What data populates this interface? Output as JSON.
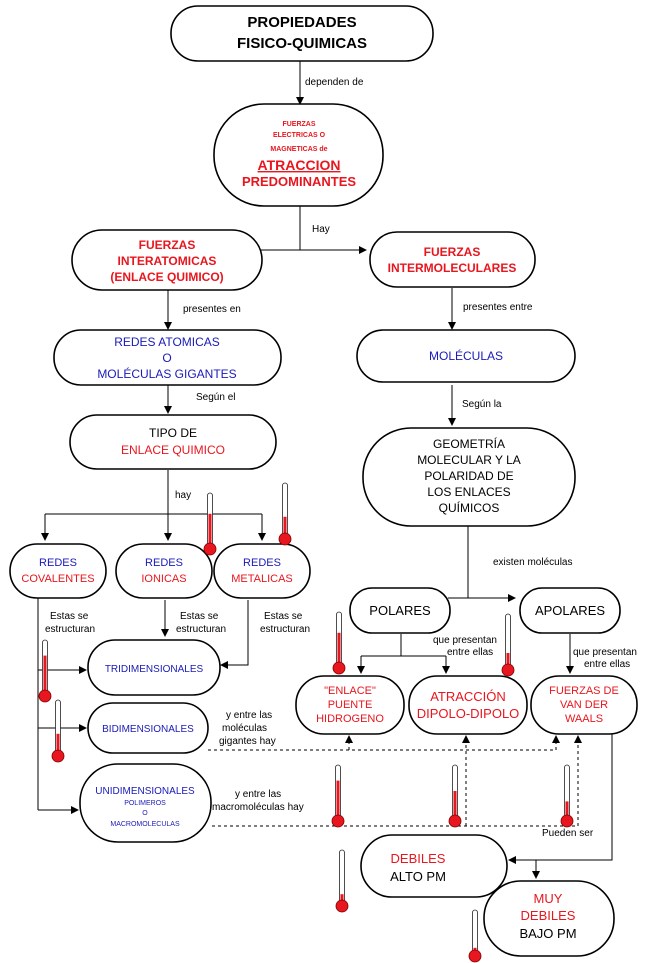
{
  "nodes": {
    "propiedades": [
      "PROPIEDADES",
      "FISICO-QUIMICAS"
    ],
    "fuerzas_pred_small": [
      "FUERZAS",
      "ELECTRICAS O",
      "MAGNETICAS de"
    ],
    "fuerzas_pred_big": [
      "ATRACCION",
      "PREDOMINANTES"
    ],
    "interatomicas": [
      "FUERZAS",
      "INTERATOMICAS",
      "(ENLACE QUIMICO)"
    ],
    "intermoleculares": [
      "FUERZAS",
      "INTERMOLECULARES"
    ],
    "redes_atomicas": [
      "REDES ATOMICAS",
      "O",
      "MOLÉCULAS GIGANTES"
    ],
    "moleculas": [
      "MOLÉCULAS"
    ],
    "tipo_enlace_1": "TIPO DE",
    "tipo_enlace_2": "ENLACE QUIMICO",
    "geometria": [
      "GEOMETRÍA",
      "MOLECULAR Y LA",
      "POLARIDAD DE",
      "LOS ENLACES",
      "QUÍMICOS"
    ],
    "covalentes": [
      "REDES",
      "COVALENTES"
    ],
    "ionicas": [
      "REDES",
      "IONICAS"
    ],
    "metalicas": [
      "REDES",
      "METALICAS"
    ],
    "polares": "POLARES",
    "apolares": "APOLARES",
    "tridimensionales": "TRIDIMENSIONALES",
    "bidimensionales": "BIDIMENSIONALES",
    "unidimensionales": "UNIDIMENSIONALES",
    "polimeros": [
      "POLIMEROS",
      "O",
      "MACROMOLECULAS"
    ],
    "enlace_puente": [
      "\"ENLACE\"",
      "PUENTE",
      "HIDROGENO"
    ],
    "dipolo": [
      "ATRACCIÓN",
      "DIPOLO-DIPOLO"
    ],
    "van_der_waals": [
      "FUERZAS DE",
      "VAN DER",
      "WAALS"
    ],
    "debiles_1": "DEBILES",
    "debiles_2": "ALTO PM",
    "muy_debiles": [
      "MUY",
      "DEBILES"
    ],
    "bajo_pm": "BAJO PM"
  },
  "labels": {
    "dependen_de": "dependen de",
    "hay_1": "Hay",
    "presentes_en": "presentes en",
    "presentes_entre": "presentes entre",
    "segun_el": "Según el",
    "segun_la": "Según la",
    "hay_2": "hay",
    "existen_moleculas": "existen moléculas",
    "estas_se_estructuran_1": [
      "Estas se",
      "estructuran"
    ],
    "estas_se_estructuran_2": [
      "Estas se",
      "estructuran"
    ],
    "estas_se_estructuran_3": [
      "Estas se",
      "estructuran"
    ],
    "que_presentan_1": [
      "que presentan",
      "entre ellas"
    ],
    "que_presentan_2": [
      "que presentan",
      "entre ellas"
    ],
    "y_entre_moleculas": [
      "y entre las",
      "moléculas",
      "gigantes hay"
    ],
    "y_entre_macro": [
      "y entre las",
      "macromoléculas hay"
    ],
    "pueden_ser": "Pueden ser"
  },
  "colors": {
    "red": "#e8161e",
    "blue": "#1a1ab8",
    "black": "#000000"
  },
  "thermometers": [
    {
      "id": "t1",
      "level": 0.6
    },
    {
      "id": "t2",
      "level": 0.35
    },
    {
      "id": "t3",
      "level": 0.7
    },
    {
      "id": "t4",
      "level": 0.35
    },
    {
      "id": "t5",
      "level": 0.6
    },
    {
      "id": "t6",
      "level": 0.25
    },
    {
      "id": "t7",
      "level": 0.7
    },
    {
      "id": "t8",
      "level": 0.5
    },
    {
      "id": "t9",
      "level": 0.3
    },
    {
      "id": "t10",
      "level": 0.15
    },
    {
      "id": "t11",
      "level": 0.1
    }
  ]
}
